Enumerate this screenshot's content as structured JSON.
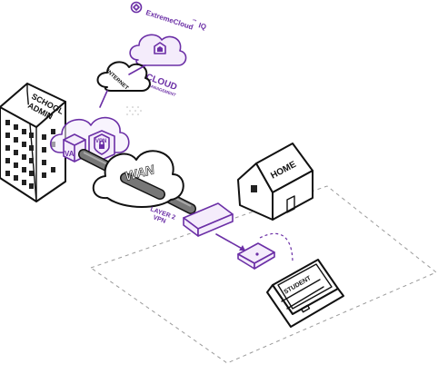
{
  "brand": {
    "name": "ExtremeCloud",
    "trademark": "™",
    "suffix": "IQ",
    "accent_color": "#6b2fa6"
  },
  "labels": {
    "cloud_management_line1": "CLOUD",
    "cloud_management_line2": "MANAGEMENT",
    "internet": "INTERNET",
    "school_admin_line1": "SCHOOL",
    "school_admin_line2": "ADMIN",
    "va": "VA",
    "vpn_badge": "VPN",
    "wan": "WAN",
    "layer2_line1": "LAYER 2",
    "layer2_line2": "VPN",
    "home": "HOME",
    "student": "STUDENT"
  },
  "icons": [
    "extreme-logo-icon",
    "lock-icon",
    "wifi-access-point-icon",
    "router-icon",
    "laptop-icon",
    "building-icon",
    "house-icon",
    "cloud-icon"
  ]
}
